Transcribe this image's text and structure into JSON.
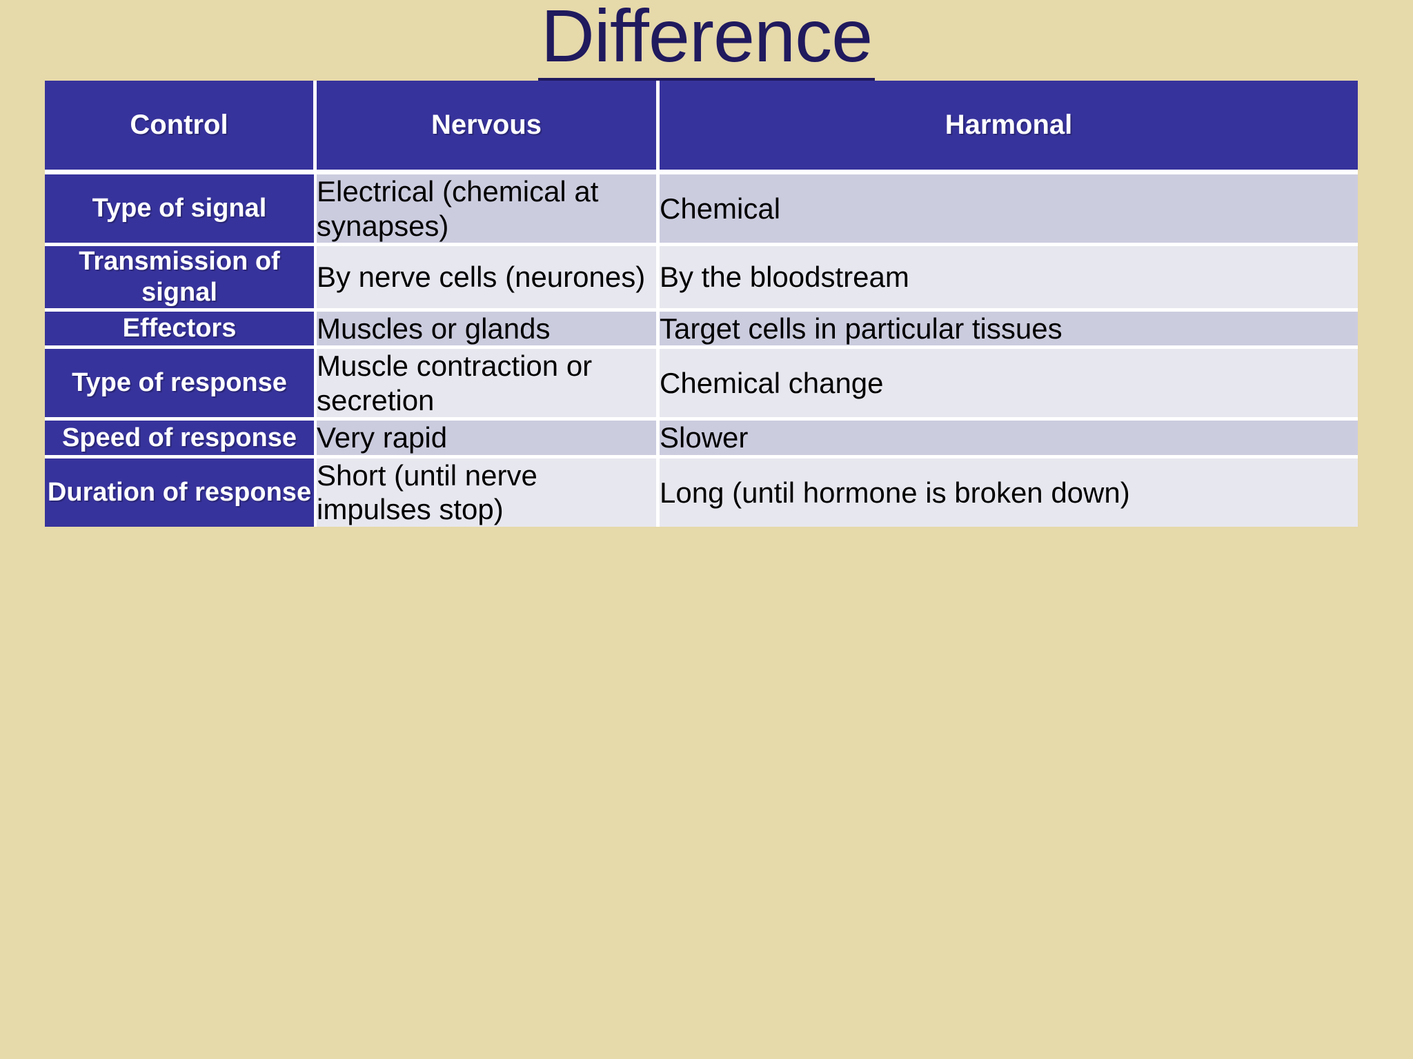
{
  "slide": {
    "title": "Difference",
    "background_color": "#E6D9AA",
    "title_color": "#201A5E",
    "header_color": "#37339C",
    "row_color_a": "#CCCCDF",
    "row_color_b": "#E7E7EF"
  },
  "table": {
    "headers": [
      "Control",
      "Nervous",
      "Harmonal"
    ],
    "rows": [
      {
        "control": "Type of signal",
        "nervous": "Electrical (chemical at synapses)",
        "harmonal": "Chemical"
      },
      {
        "control": "Transmission of signal",
        "nervous": "By nerve cells (neurones)",
        "harmonal": "By the bloodstream"
      },
      {
        "control": "Effectors",
        "nervous": "Muscles or glands",
        "harmonal": "Target cells in particular tissues"
      },
      {
        "control": "Type of response",
        "nervous": "Muscle contraction or secretion",
        "harmonal": "Chemical change"
      },
      {
        "control": "Speed of response",
        "nervous": "Very rapid",
        "harmonal": "Slower"
      },
      {
        "control": "Duration of response",
        "nervous": "Short (until nerve impulses stop)",
        "harmonal": "Long (until hormone is broken down)"
      }
    ]
  }
}
